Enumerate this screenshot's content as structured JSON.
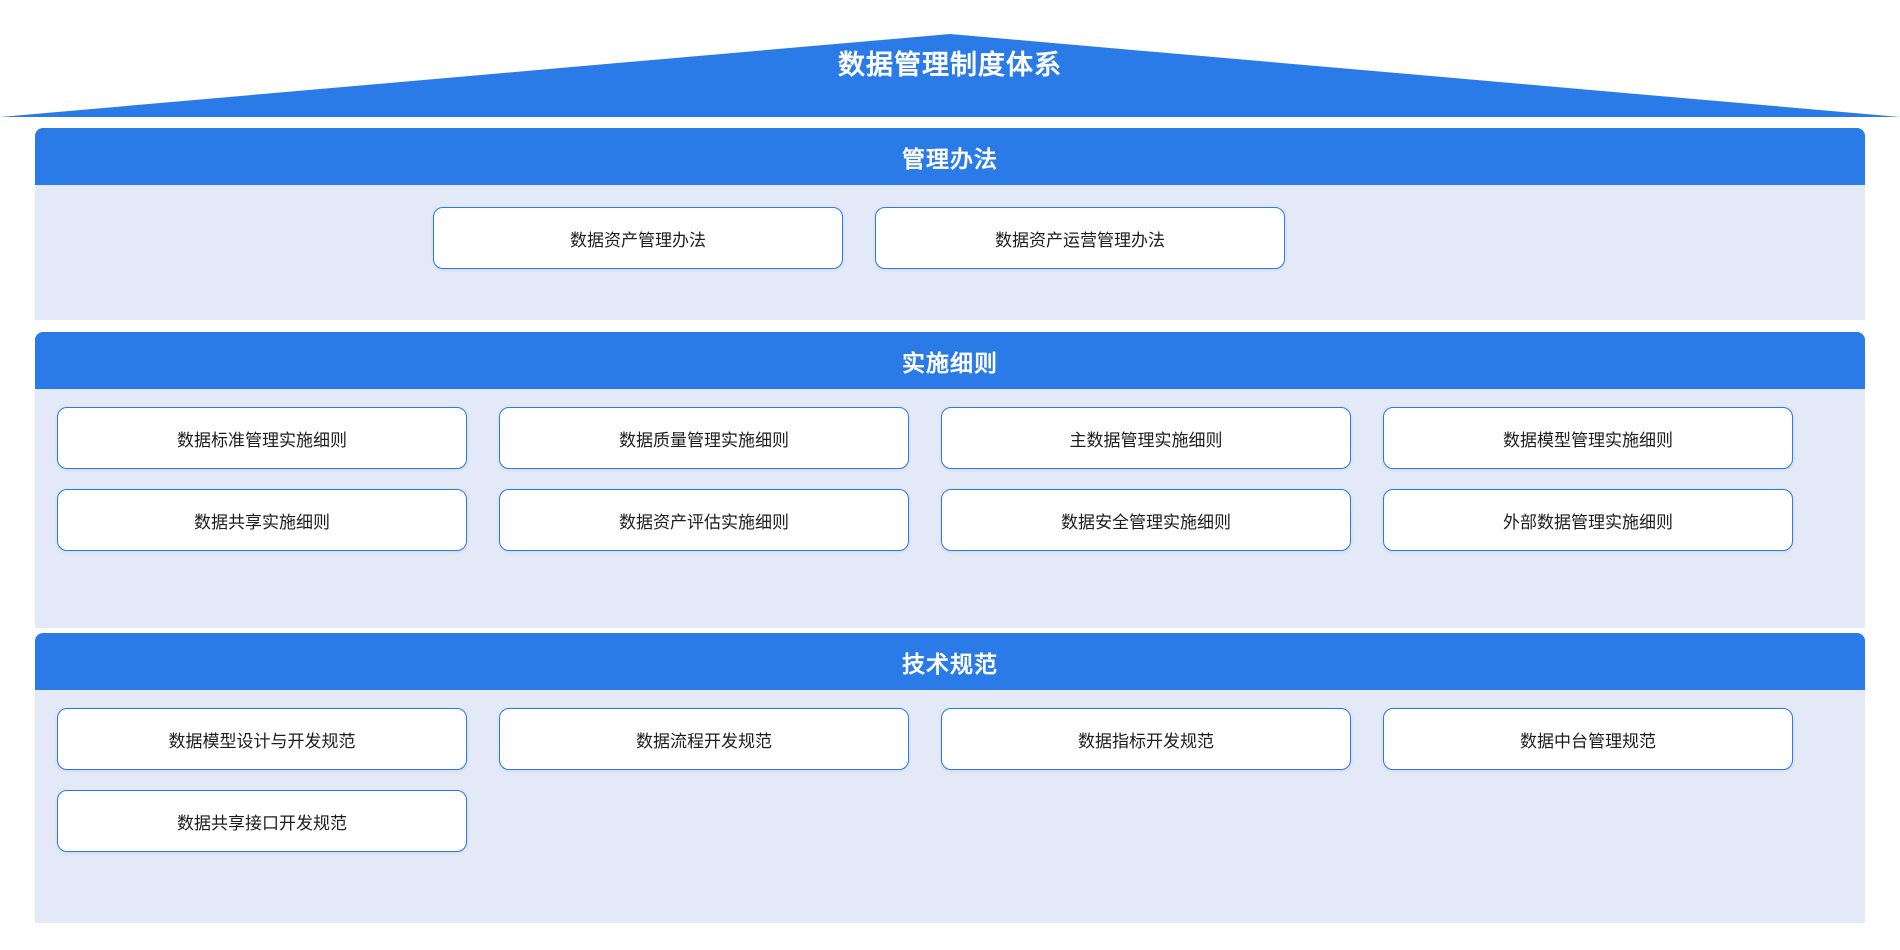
{
  "diagram": {
    "title": "数据管理制度体系",
    "colors": {
      "accent": "#2a7ae8",
      "panel_bg": "#e4e9f8",
      "card_bg": "#ffffff",
      "title_text": "#ffffff",
      "card_text": "#1d1d1d"
    },
    "sections": [
      {
        "header": "管理办法",
        "rows": [
          [
            "数据资产管理办法",
            "数据资产运营管理办法"
          ]
        ]
      },
      {
        "header": "实施细则",
        "rows": [
          [
            "数据标准管理实施细则",
            "数据质量管理实施细则",
            "主数据管理实施细则",
            "数据模型管理实施细则"
          ],
          [
            "数据共享实施细则",
            "数据资产评估实施细则",
            "数据安全管理实施细则",
            "外部数据管理实施细则"
          ]
        ]
      },
      {
        "header": "技术规范",
        "rows": [
          [
            "数据模型设计与开发规范",
            "数据流程开发规范",
            "数据指标开发规范",
            "数据中台管理规范"
          ],
          [
            "数据共享接口开发规范"
          ]
        ]
      }
    ]
  }
}
